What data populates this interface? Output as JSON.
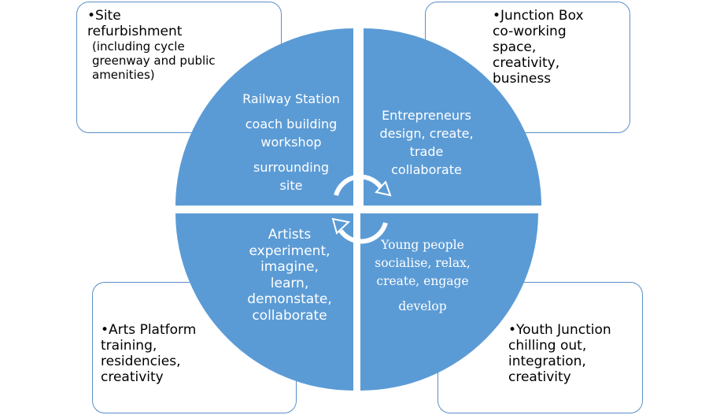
{
  "colors": {
    "accent": "#5b9bd5",
    "box_border": "#5b8fc9",
    "arrow": "#ffffff"
  },
  "boxes": {
    "top_left": {
      "main": "•Site refurbishment",
      "sub": "(including cycle greenway and public amenities)"
    },
    "top_right": {
      "main": "•Junction Box co-working space, creativity, business"
    },
    "bottom_left": {
      "main": "•Arts Platform training, residencies, creativity"
    },
    "bottom_right": {
      "main": "•Youth Junction chilling out, integration, creativity"
    }
  },
  "quadrants": {
    "top_left": [
      "Railway Station",
      "coach building",
      "workshop",
      "surrounding",
      "site"
    ],
    "top_right": [
      "Entrepreneurs",
      "design, create,",
      "trade",
      "collaborate"
    ],
    "bottom_left": [
      "Artists",
      "experiment,",
      "imagine,",
      "learn,",
      "demonstate,",
      "collaborate"
    ],
    "bottom_right": [
      "Young people",
      "socialise, relax,",
      "create, engage",
      "develop"
    ]
  },
  "icons": {
    "cycle_arrows": "circular-arrows-icon"
  }
}
